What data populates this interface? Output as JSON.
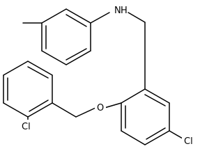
{
  "molecule": {
    "atoms": {
      "n": "N",
      "h": "H",
      "o": "O",
      "cl_left": "Cl",
      "cl_right": "Cl"
    },
    "colors": {
      "bond": "#000000",
      "label": "#000000",
      "background": "#ffffff"
    }
  }
}
